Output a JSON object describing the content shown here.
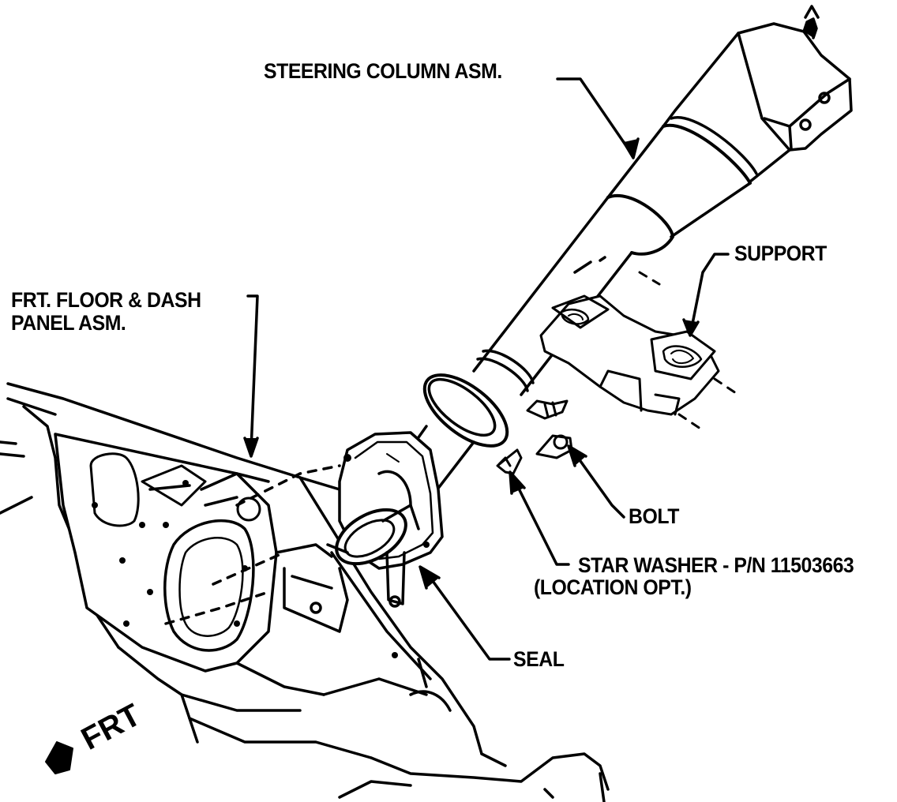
{
  "labels": {
    "steering_column": "STEERING COLUMN ASM.",
    "support": "SUPPORT",
    "floor_dash_line1": "FRT. FLOOR & DASH",
    "floor_dash_line2": "PANEL ASM.",
    "bolt": "BOLT",
    "star_washer_line1": "STAR WASHER - P/N 11503663",
    "star_washer_line2": "(LOCATION OPT.)",
    "seal": "SEAL",
    "front": "FRT"
  },
  "colors": {
    "ink": "#000000",
    "paper": "#ffffff"
  }
}
